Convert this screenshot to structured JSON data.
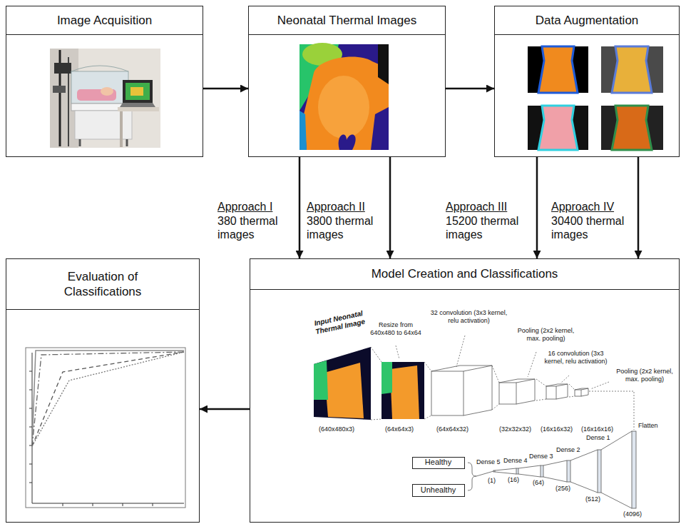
{
  "diagram": {
    "nodes": [
      {
        "text": [
          "Image Acquisition"
        ]
      },
      {
        "text": [
          "Neonatal Thermal Images"
        ]
      },
      {
        "text": [
          "Data Augmentation"
        ]
      },
      {
        "text": [
          "Evaluation of Classifications"
        ]
      },
      {
        "text": [
          "Model Creation and Classifications"
        ]
      },
      {
        "text": [
          "Healthy"
        ],
        "in": 4
      },
      {
        "text": [
          "Unhealthy"
        ],
        "in": 4
      }
    ],
    "edges": [
      {
        "from": 0,
        "to": 1,
        "arrow": "to"
      },
      {
        "from": 1,
        "to": 2,
        "arrow": "to"
      },
      {
        "from": 1,
        "to": 4,
        "arrow": "to"
      },
      {
        "from": 1,
        "to": 4,
        "arrow": "to"
      },
      {
        "from": 2,
        "to": 4,
        "arrow": "to"
      },
      {
        "from": 2,
        "to": 4,
        "arrow": "to"
      },
      {
        "from": 4,
        "to": 3,
        "arrow": "to"
      }
    ],
    "labels": [
      "Approach I",
      "380 thermal images",
      "Approach II",
      "3800 thermal images",
      "Approach III",
      "15200 thermal images",
      "Approach IV",
      "30400 thermal images",
      "Input Neonatal Thermal Image",
      "Resize from 640x480 to 64x64",
      "32 convolution (3x3 kernel, relu activation)",
      "Pooling (2x2 kernel, max. pooling)",
      "16 convolution (3x3 kernel, relu activation)",
      "Pooling (2x2 kernel, max. pooling)",
      "(640x480x3)",
      "(64x64x3)",
      "(64x64x32)",
      "(32x32x32)",
      "(16x16x32)",
      "(16x16x16)",
      "Flatten",
      "(4096)",
      "Dense 1",
      "(512)",
      "Dense 2",
      "(256)",
      "Dense 3",
      "(64)",
      "Dense 4",
      "(16)",
      "Dense 5",
      "(1)"
    ]
  }
}
